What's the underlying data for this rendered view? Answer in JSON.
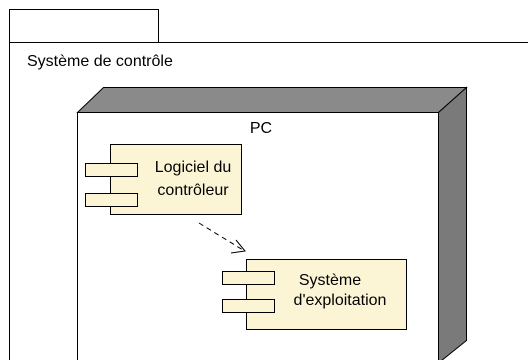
{
  "package": {
    "title": "Système de contrôle"
  },
  "node": {
    "title": "PC"
  },
  "components": [
    {
      "line1": "Logiciel du",
      "line2": "contrôleur"
    },
    {
      "line1": "Système",
      "line2": "d'exploitation"
    }
  ],
  "colors": {
    "component_fill": "#fbf5d6",
    "node_side": "#7a7a7a",
    "node_top": "#8a8a8a",
    "stroke": "#000000"
  }
}
